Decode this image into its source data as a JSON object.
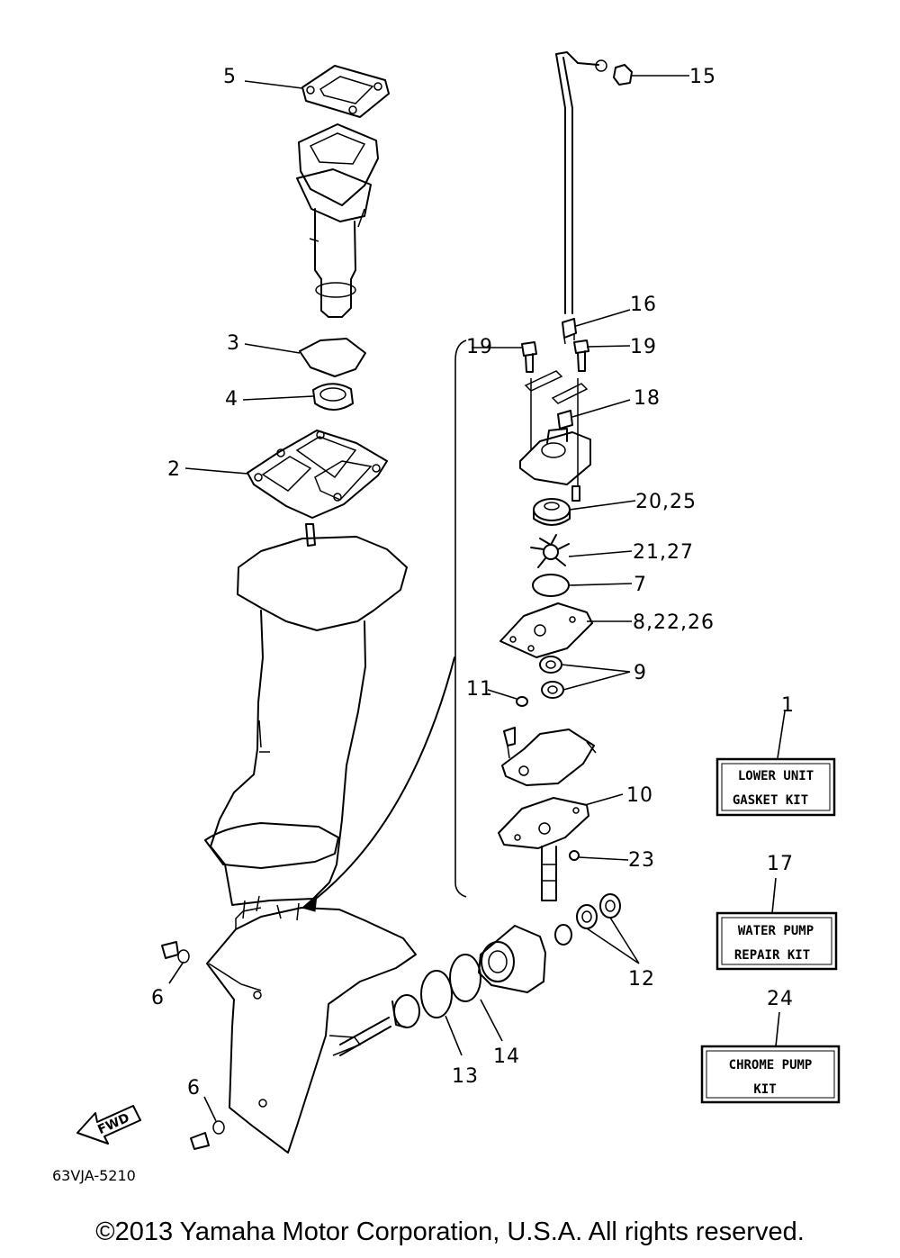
{
  "diagram": {
    "drawing_code": "63VJA-5210",
    "fwd_label": "FWD",
    "callouts": {
      "c1": "1",
      "c2": "2",
      "c3": "3",
      "c4": "4",
      "c5": "5",
      "c6a": "6",
      "c6b": "6",
      "c7": "7",
      "c8": "8,22,26",
      "c9": "9",
      "c10": "10",
      "c11": "11",
      "c12": "12",
      "c13": "13",
      "c14": "14",
      "c15": "15",
      "c16": "16",
      "c17": "17",
      "c18": "18",
      "c19a": "19",
      "c19b": "19",
      "c20": "20,25",
      "c21": "21,27",
      "c23": "23",
      "c24": "24"
    },
    "kits": {
      "lower_unit": {
        "line1": "LOWER UNIT",
        "line2": "GASKET KIT"
      },
      "water_pump": {
        "line1": "WATER PUMP",
        "line2": "REPAIR KIT"
      },
      "chrome_pump": {
        "line1": "CHROME PUMP",
        "line2": "KIT"
      }
    }
  },
  "footer": {
    "copyright": "©2013 Yamaha Motor Corporation, U.S.A. All rights reserved."
  }
}
